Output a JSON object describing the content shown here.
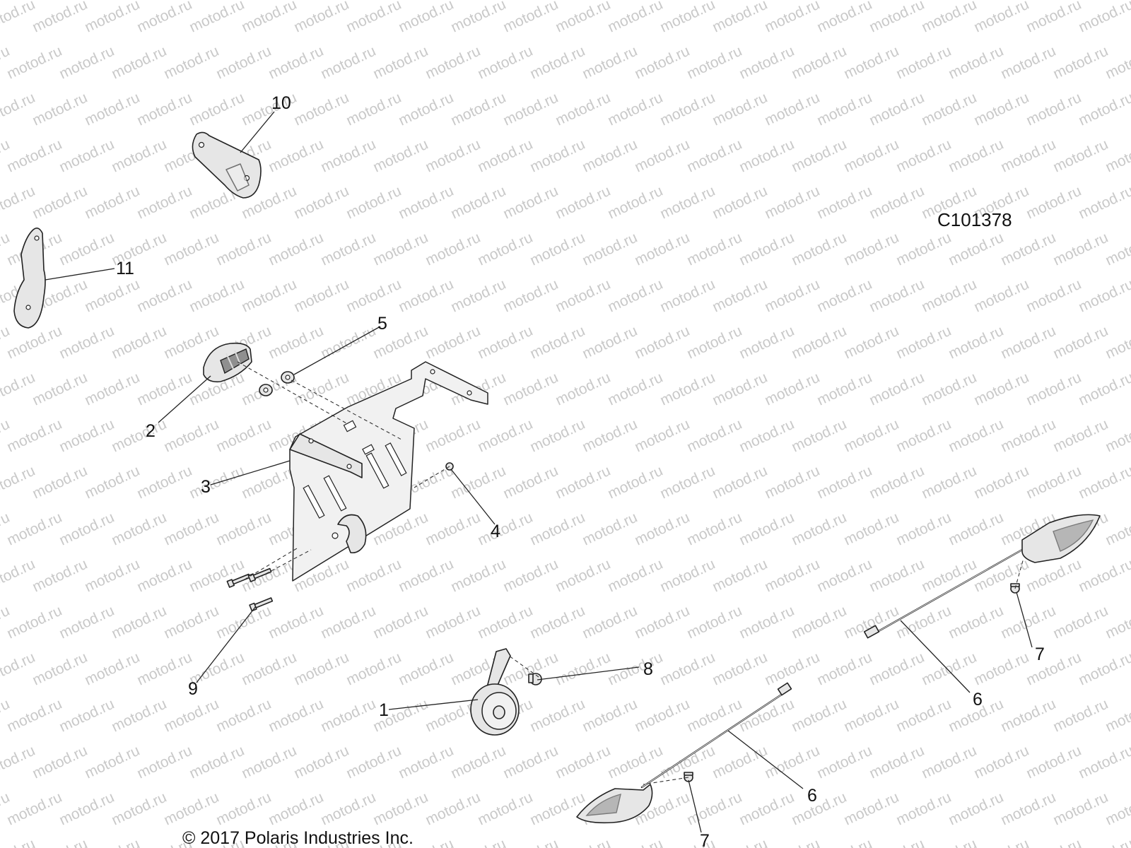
{
  "diagram": {
    "reference_code": "C101378",
    "copyright": "© 2017 Polaris Industries Inc.",
    "watermark_text": "motod.ru",
    "callouts": [
      {
        "id": "c10",
        "label": "10"
      },
      {
        "id": "c11",
        "label": "11"
      },
      {
        "id": "c5",
        "label": "5"
      },
      {
        "id": "c2",
        "label": "2"
      },
      {
        "id": "c3",
        "label": "3"
      },
      {
        "id": "c4",
        "label": "4"
      },
      {
        "id": "c9",
        "label": "9"
      },
      {
        "id": "c8",
        "label": "8"
      },
      {
        "id": "c1",
        "label": "1"
      },
      {
        "id": "c7a",
        "label": "7"
      },
      {
        "id": "c6a",
        "label": "6"
      },
      {
        "id": "c6b",
        "label": "6"
      },
      {
        "id": "c7b",
        "label": "7"
      }
    ]
  }
}
